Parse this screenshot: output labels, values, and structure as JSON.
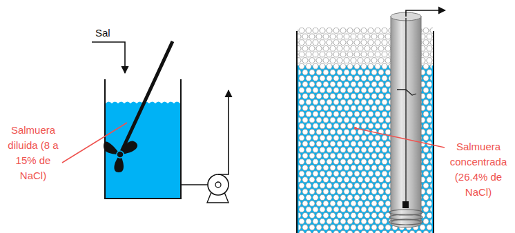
{
  "diagram": {
    "labels": [
      "Sal",
      "Salmuera diluida (8 a 15% de NaCl)",
      "Salmuera concentrada (26.4% de NaCl)"
    ]
  }
}
